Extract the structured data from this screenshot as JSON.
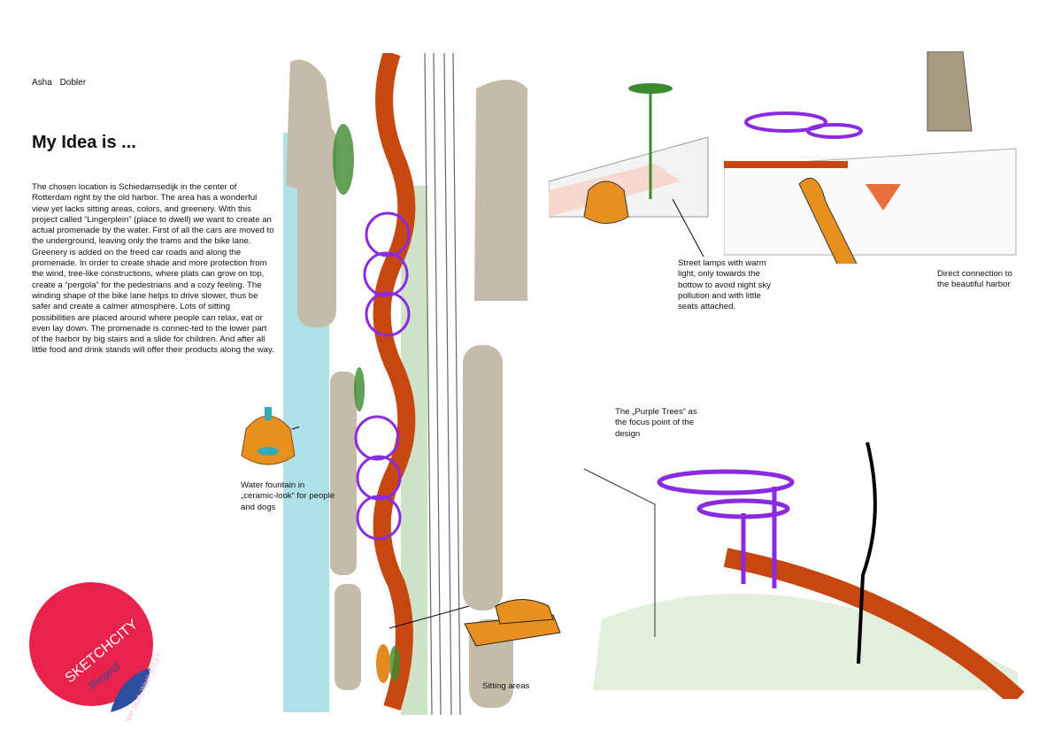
{
  "author": "Asha Dobler",
  "title": "My Idea is ...",
  "body": "The chosen location is Schiedamsedijk in the center of Rotterdam right by the old harbor. The area has a wonderful view yet lacks sitting areas, colors, and greenery. With this project called “Lingerplein” (place to dwell) we want to create an actual promenade by the water. First of all the cars are moved to the underground, leaving only the trams and the bike lane. Greenery is added on the freed car roads and along the promenade. In order to create shade and more protection from the wind, tree-like constructions, where plats can grow on top, create a “pergola” for the pedestrians and a cozy feeling. The winding shape of the bike lane helps to drive slower, thus be safer and create a calmer atmosphere. Lots of sitting possibilities are placed around where people can relax, eat or even lay down. The promenade is connec-ted to the lower part of the harbor by big stairs and a slide for children. And after all little food and drink stands will offer their products along the way.",
  "captions": {
    "street_lamps": "Street lamps with warm light, only towards the bottow to avoid night sky pollution and with little seats attached.",
    "harbor": "Direct connection to the beautiful harbor",
    "purple_trees": "The „Purple Trees“ as the focus point of the design",
    "fountain": "Water fountain in „ceramic-look“ for people and dogs",
    "sitting": "Sitting areas"
  },
  "sticker": {
    "ring_text": "MMP Study Week 2023 Rotterdam 17.4.–21.4.2023",
    "brand": "SKETCHCITY",
    "sub": "Project"
  },
  "colors": {
    "purple": "#8a2be2",
    "orange": "#c8460f",
    "green": "#3c8a2e",
    "water": "#8fd6e0",
    "building": "#c5bba9",
    "sticker": "#e8224a"
  }
}
